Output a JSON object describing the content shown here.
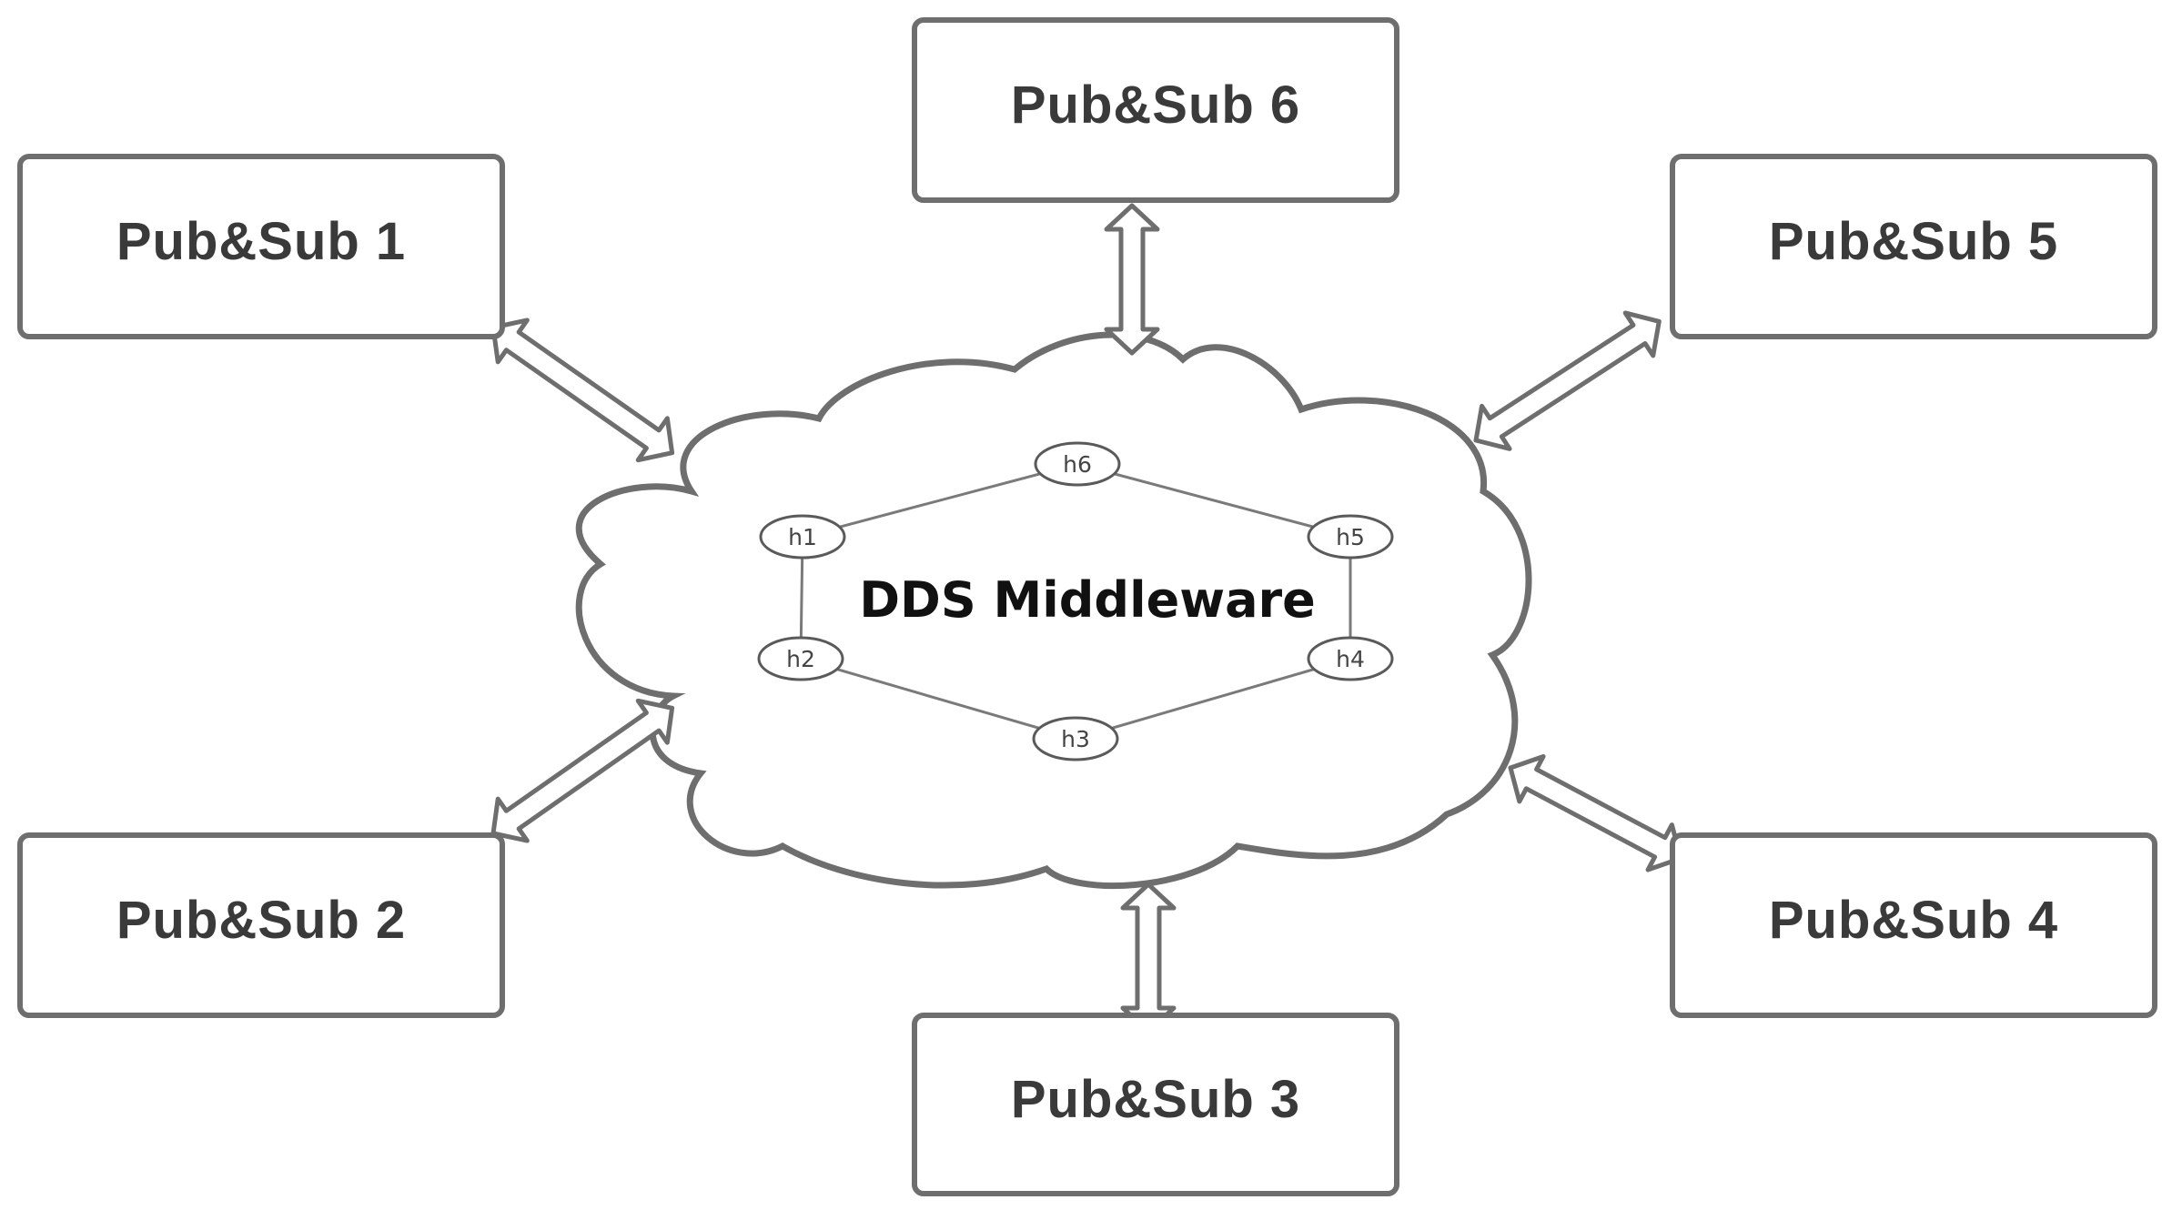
{
  "diagram": {
    "center_label": "DDS Middleware",
    "boxes": [
      {
        "id": "ps1",
        "label": "Pub&Sub 1"
      },
      {
        "id": "ps2",
        "label": "Pub&Sub 2"
      },
      {
        "id": "ps3",
        "label": "Pub&Sub 3"
      },
      {
        "id": "ps4",
        "label": "Pub&Sub 4"
      },
      {
        "id": "ps5",
        "label": "Pub&Sub 5"
      },
      {
        "id": "ps6",
        "label": "Pub&Sub 6"
      }
    ],
    "nodes": [
      {
        "id": "h1",
        "label": "h1"
      },
      {
        "id": "h2",
        "label": "h2"
      },
      {
        "id": "h3",
        "label": "h3"
      },
      {
        "id": "h4",
        "label": "h4"
      },
      {
        "id": "h5",
        "label": "h5"
      },
      {
        "id": "h6",
        "label": "h6"
      }
    ],
    "edges": [
      [
        "h1",
        "h6"
      ],
      [
        "h6",
        "h5"
      ],
      [
        "h5",
        "h4"
      ],
      [
        "h4",
        "h3"
      ],
      [
        "h3",
        "h2"
      ],
      [
        "h2",
        "h1"
      ]
    ],
    "colors": {
      "stroke": "#6e6e6e",
      "text": "#3a3a3a",
      "background": "#ffffff"
    }
  }
}
